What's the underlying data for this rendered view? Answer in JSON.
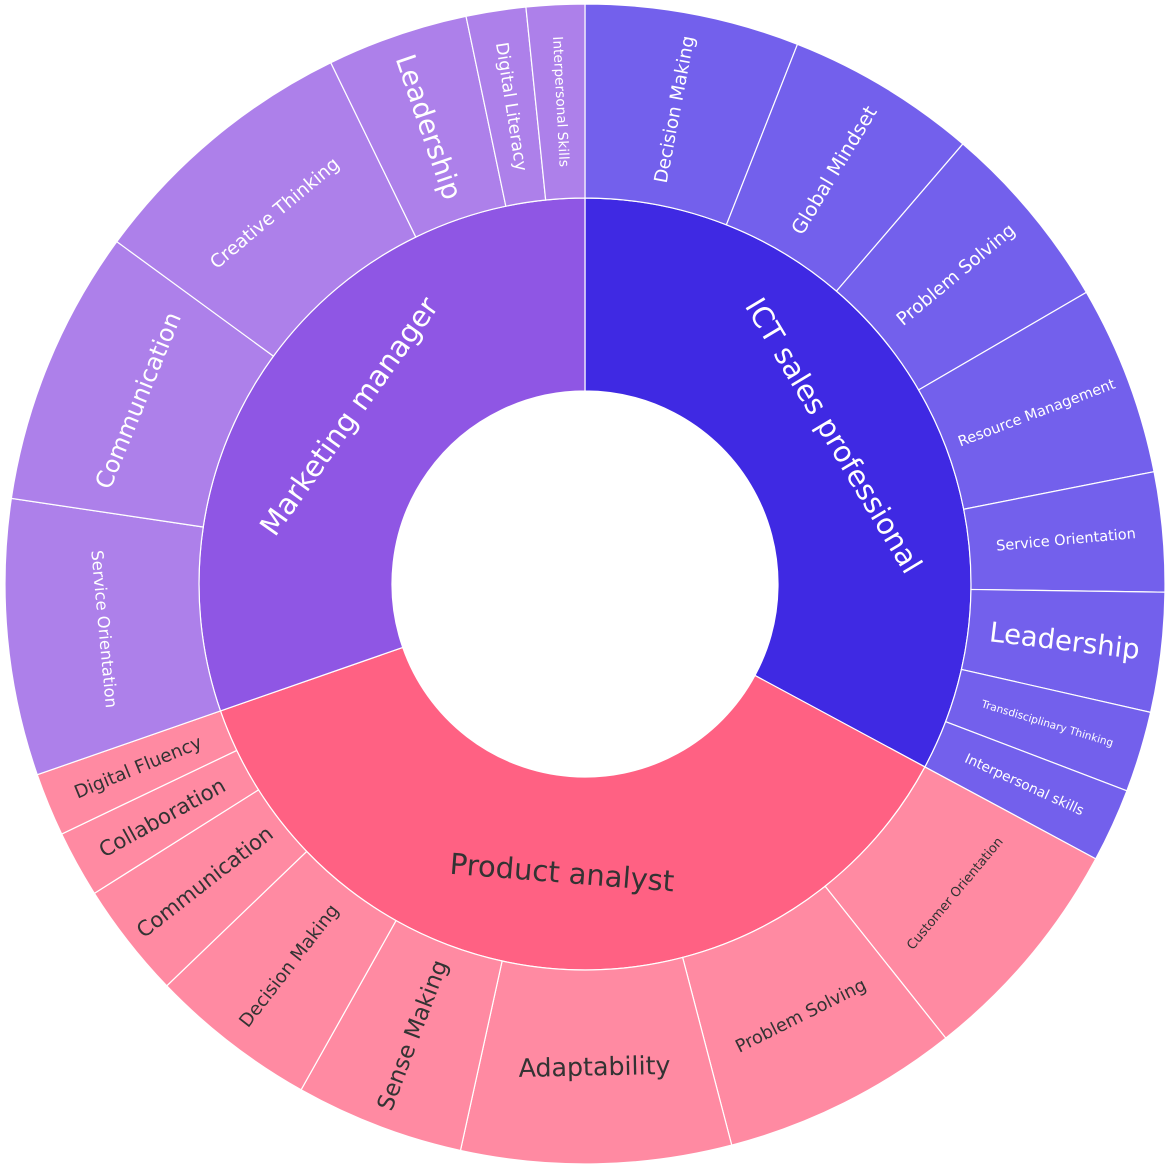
{
  "chart_data": {
    "type": "sunburst",
    "colors": {
      "ict_inner": "#3F29E3",
      "ict_outer": "#7360EC",
      "marketing_inner": "#8F56E4",
      "marketing_outer": "#AD80EA",
      "product_inner": "#FF6183",
      "product_outer": "#FF8AA2",
      "label_light": "#ffffff",
      "label_dark": "#333333"
    },
    "roles": [
      {
        "name": "ICT sales professional",
        "palette": "ict",
        "label_theme": "light",
        "skills": [
          {
            "name": "Decision Making",
            "value": 3.05
          },
          {
            "name": "Global Mindset",
            "value": 2.72
          },
          {
            "name": "Problem Solving",
            "value": 2.72
          },
          {
            "name": "Resource Management",
            "value": 2.7
          },
          {
            "name": "Service Orientation",
            "value": 1.7
          },
          {
            "name": "Leadership",
            "value": 1.7
          },
          {
            "name": "Transdisciplinary Thinking",
            "value": 1.15
          },
          {
            "name": "Interpersonal skills",
            "value": 1.05
          }
        ]
      },
      {
        "name": "Product analyst",
        "palette": "product",
        "label_theme": "dark",
        "skills": [
          {
            "name": "Customer Orientation",
            "value": 3.3
          },
          {
            "name": "Problem Solving",
            "value": 3.38
          },
          {
            "name": "Adaptability",
            "value": 3.84
          },
          {
            "name": "Sense Making",
            "value": 2.4
          },
          {
            "name": "Decision Making",
            "value": 2.39
          },
          {
            "name": "Communication",
            "value": 1.65
          },
          {
            "name": "Collaboration",
            "value": 0.95
          },
          {
            "name": "Digital Fluency",
            "value": 0.9
          }
        ]
      },
      {
        "name": "Marketing manager",
        "palette": "marketing",
        "label_theme": "light",
        "skills": [
          {
            "name": "Service Orientation",
            "value": 3.93
          },
          {
            "name": "Communication",
            "value": 3.93
          },
          {
            "name": "Creative Thinking",
            "value": 3.95
          },
          {
            "name": "Leadership",
            "value": 2.01
          },
          {
            "name": "Digital Literacy",
            "value": 0.85
          },
          {
            "name": "Interpersonal Skills",
            "value": 0.83
          }
        ]
      }
    ]
  }
}
